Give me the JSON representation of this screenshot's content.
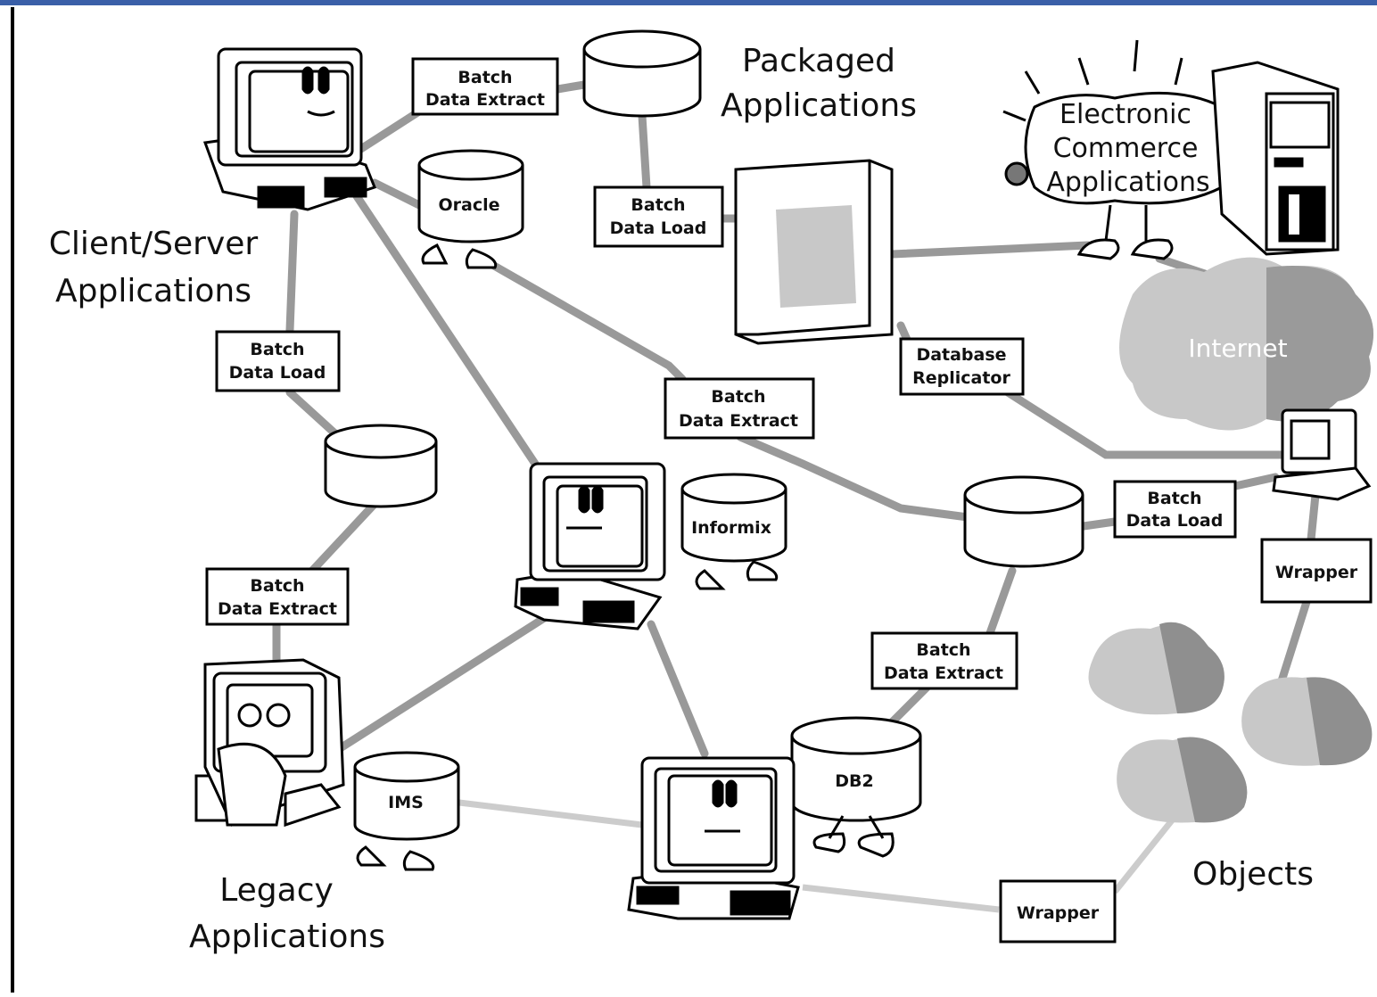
{
  "captions": {
    "client_server": [
      "Client/Server",
      "Applications"
    ],
    "packaged": [
      "Packaged",
      "Applications"
    ],
    "electronic_commerce": [
      "Electronic",
      "Commerce",
      "Applications"
    ],
    "internet": "Internet",
    "legacy": [
      "Legacy",
      "Applications"
    ],
    "objects": "Objects"
  },
  "connector_labels": {
    "extract_top": [
      "Batch",
      "Data Extract"
    ],
    "load_packaged": [
      "Batch",
      "Data Load"
    ],
    "load_left": [
      "Batch",
      "Data Load"
    ],
    "extract_left": [
      "Batch",
      "Data Extract"
    ],
    "extract_center": [
      "Batch",
      "Data Extract"
    ],
    "replicator": [
      "Database",
      "Replicator"
    ],
    "load_right": [
      "Batch",
      "Data Load"
    ],
    "wrapper_right": "Wrapper",
    "extract_bottom": [
      "Batch",
      "Data Extract"
    ],
    "wrapper_bottom": "Wrapper"
  },
  "databases": {
    "oracle": "Oracle",
    "informix": "Informix",
    "ims": "IMS",
    "db2": "DB2"
  },
  "colors": {
    "line": "#999999",
    "line_light": "#cccccc",
    "cloud_light": "#c8c8c8",
    "cloud_dark": "#8f8f8f",
    "border": "#000000",
    "top_bar": "#3a5fa8"
  }
}
